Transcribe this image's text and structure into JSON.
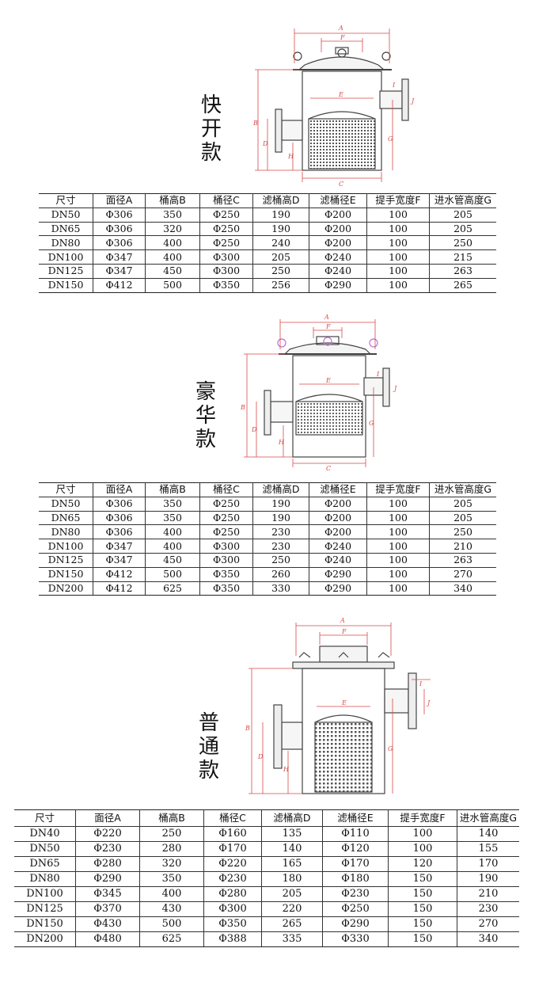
{
  "headers": [
    "尺寸",
    "面径A",
    "桶高B",
    "桶径C",
    "滤桶高D",
    "滤桶径E",
    "提手宽度F",
    "进水管高度G"
  ],
  "dimension_letters": {
    "A": "A",
    "B": "B",
    "C": "C",
    "D": "D",
    "E": "E",
    "F": "F",
    "G": "G",
    "H": "H",
    "I": "I",
    "J": "J"
  },
  "sections": [
    {
      "title": [
        "快",
        "开",
        "款"
      ],
      "rows": [
        [
          "DN50",
          "Φ306",
          "350",
          "Φ250",
          "190",
          "Φ200",
          "100",
          "205"
        ],
        [
          "DN65",
          "Φ306",
          "320",
          "Φ250",
          "190",
          "Φ200",
          "100",
          "205"
        ],
        [
          "DN80",
          "Φ306",
          "400",
          "Φ250",
          "240",
          "Φ200",
          "100",
          "250"
        ],
        [
          "DN100",
          "Φ347",
          "400",
          "Φ300",
          "205",
          "Φ240",
          "100",
          "215"
        ],
        [
          "DN125",
          "Φ347",
          "450",
          "Φ300",
          "250",
          "Φ240",
          "100",
          "263"
        ],
        [
          "DN150",
          "Φ412",
          "500",
          "Φ350",
          "256",
          "Φ290",
          "100",
          "265"
        ]
      ]
    },
    {
      "title": [
        "豪",
        "华",
        "款"
      ],
      "rows": [
        [
          "DN50",
          "Φ306",
          "350",
          "Φ250",
          "190",
          "Φ200",
          "100",
          "205"
        ],
        [
          "DN65",
          "Φ306",
          "350",
          "Φ250",
          "190",
          "Φ200",
          "100",
          "205"
        ],
        [
          "DN80",
          "Φ306",
          "400",
          "Φ250",
          "230",
          "Φ200",
          "100",
          "250"
        ],
        [
          "DN100",
          "Φ347",
          "400",
          "Φ300",
          "230",
          "Φ240",
          "100",
          "210"
        ],
        [
          "DN125",
          "Φ347",
          "450",
          "Φ300",
          "250",
          "Φ240",
          "100",
          "263"
        ],
        [
          "DN150",
          "Φ412",
          "500",
          "Φ350",
          "260",
          "Φ290",
          "100",
          "270"
        ],
        [
          "DN200",
          "Φ412",
          "625",
          "Φ350",
          "330",
          "Φ290",
          "100",
          "340"
        ]
      ]
    },
    {
      "title": [
        "普",
        "通",
        "款"
      ],
      "rows": [
        [
          "DN40",
          "Φ220",
          "250",
          "Φ160",
          "135",
          "Φ110",
          "100",
          "140"
        ],
        [
          "DN50",
          "Φ230",
          "280",
          "Φ170",
          "140",
          "Φ120",
          "100",
          "155"
        ],
        [
          "DN65",
          "Φ280",
          "320",
          "Φ220",
          "165",
          "Φ170",
          "120",
          "170"
        ],
        [
          "DN80",
          "Φ290",
          "350",
          "Φ230",
          "180",
          "Φ180",
          "150",
          "190"
        ],
        [
          "DN100",
          "Φ345",
          "400",
          "Φ280",
          "205",
          "Φ230",
          "150",
          "210"
        ],
        [
          "DN125",
          "Φ370",
          "430",
          "Φ300",
          "220",
          "Φ250",
          "150",
          "230"
        ],
        [
          "DN150",
          "Φ430",
          "500",
          "Φ350",
          "265",
          "Φ290",
          "150",
          "270"
        ],
        [
          "DN200",
          "Φ480",
          "625",
          "Φ388",
          "335",
          "Φ330",
          "150",
          "340"
        ]
      ]
    }
  ],
  "colors": {
    "dimension": "#d94848",
    "outline": "#444444",
    "highlight": "#c070d0"
  }
}
